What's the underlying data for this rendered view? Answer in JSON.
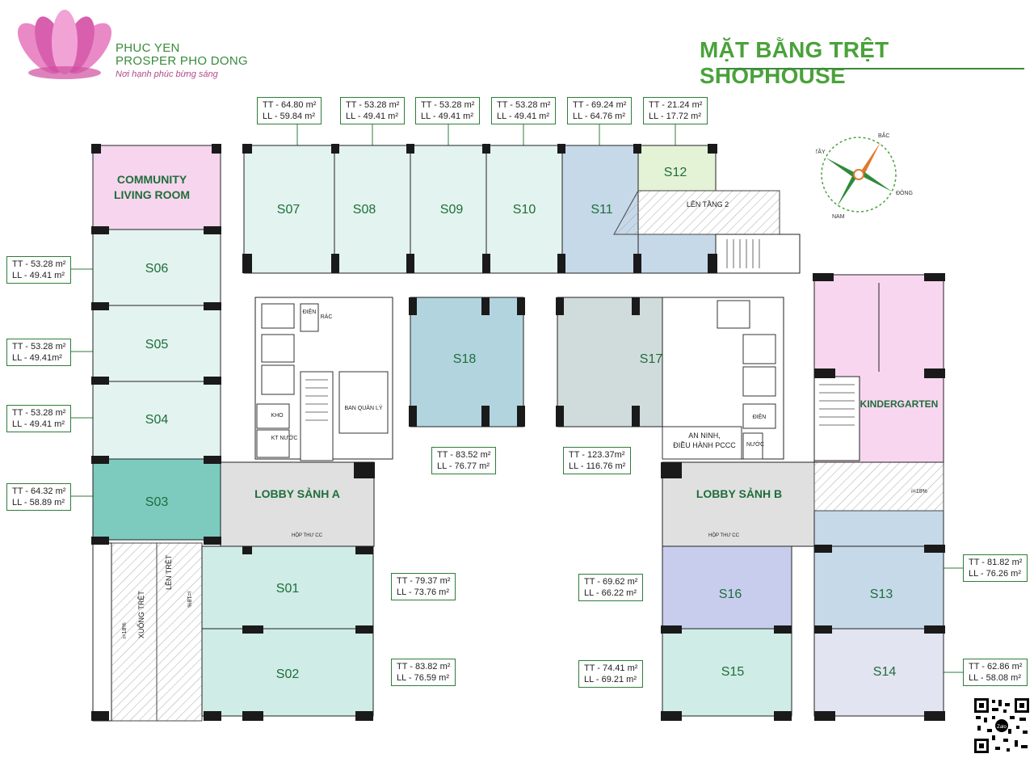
{
  "brand": {
    "line1": "PHUC YEN",
    "line2": "PROSPER PHO DONG",
    "slogan": "Nơi hạnh phúc bừng sáng"
  },
  "title": "MẶT BẰNG TRỆT SHOPHOUSE",
  "compass": {
    "north": "BẮC",
    "south": "NAM",
    "east": "ĐÔNG",
    "west": "TÂY"
  },
  "units": {
    "S01": "S01",
    "S02": "S02",
    "S03": "S03",
    "S04": "S04",
    "S05": "S05",
    "S06": "S06",
    "S07": "S07",
    "S08": "S08",
    "S09": "S09",
    "S10": "S10",
    "S11": "S11",
    "S12": "S12",
    "S13": "S13",
    "S14": "S14",
    "S15": "S15",
    "S16": "S16",
    "S17": "S17",
    "S18": "S18"
  },
  "rooms": {
    "community": "COMMUNITY",
    "living_room": "LIVING ROOM",
    "kindergarten": "KINDERGARTEN",
    "lobby_a": "LOBBY SẢNH A",
    "lobby_b": "LOBBY SẢNH B",
    "len_tang_2": "LÊN TẦNG 2",
    "ban_quan_ly": "BAN QUẢN LÝ",
    "dien1": "ĐIỆN",
    "dien2": "ĐIỆN",
    "rac": "RÁC",
    "kho": "KHO",
    "kt_nuoc": "KT NƯỚC",
    "an_ninh": "AN NINH,",
    "dieu_hanh": "ĐIỀU HÀNH PCCC",
    "nuoc": "NƯỚC",
    "hop_thu_a": "HỘP THƯ CC",
    "hop_thu_b": "HỘP THƯ CC",
    "len_tret": "LÊN TRỆT",
    "xuong_tret": "XUỐNG TRỆT",
    "ramp_a1": "i=18%",
    "ramp_a2": "i=18%",
    "ramp_b": "i=18%"
  },
  "areas": {
    "S07": {
      "tt": "TT -  64.80 m²",
      "ll": "LL -  59.84 m²"
    },
    "S08": {
      "tt": "TT -  53.28 m²",
      "ll": "LL -  49.41 m²"
    },
    "S09": {
      "tt": "TT -  53.28 m²",
      "ll": "LL -  49.41 m²"
    },
    "S10": {
      "tt": "TT -  53.28 m²",
      "ll": "LL -  49.41 m²"
    },
    "S11": {
      "tt": "TT -  69.24 m²",
      "ll": "LL -  64.76 m²"
    },
    "S12": {
      "tt": "TT -  21.24 m²",
      "ll": "LL -  17.72 m²"
    },
    "S06": {
      "tt": "TT - 53.28 m²",
      "ll": "LL - 49.41 m²"
    },
    "S05": {
      "tt": "TT - 53.28 m²",
      "ll": "LL - 49.41m²"
    },
    "S04": {
      "tt": "TT - 53.28 m²",
      "ll": "LL - 49.41 m²"
    },
    "S03": {
      "tt": "TT - 64.32 m²",
      "ll": "LL - 58.89 m²"
    },
    "S18": {
      "tt": "TT -  83.52 m²",
      "ll": "LL -  76.77 m²"
    },
    "S17": {
      "tt": "TT -  123.37m²",
      "ll": "LL -  116.76 m²"
    },
    "S01": {
      "tt": "TT -  79.37 m²",
      "ll": "LL -  73.76 m²"
    },
    "S02": {
      "tt": "TT -  83.82 m²",
      "ll": "LL -  76.59 m²"
    },
    "S16": {
      "tt": "TT -  69.62 m²",
      "ll": "LL -  66.22 m²"
    },
    "S15": {
      "tt": "TT -  74.41 m²",
      "ll": "LL -  69.21 m²"
    },
    "S13": {
      "tt": "TT -  81.82 m²",
      "ll": "LL -  76.26 m²"
    },
    "S14": {
      "tt": "TT -  62.86 m²",
      "ll": "LL -  58.08 m²"
    }
  },
  "colors": {
    "brand_green": "#4aa23a",
    "brand_pink": "#e066a8",
    "unit_mint": "#dff2ee",
    "unit_teal": "#7ccbbe",
    "unit_blue": "#c9dbe9",
    "unit_steel": "#b2d4de",
    "unit_gray": "#d0dcdc",
    "unit_lav": "#c8cdee",
    "unit_pink": "#f8d6f0",
    "unit_lime": "#e4f3d5",
    "lobby": "#e0e0e0",
    "wall": "#1a1a1a"
  },
  "icons": [
    "lotus-logo-icon",
    "compass-icon",
    "qr-code-icon",
    "zalo-icon"
  ]
}
